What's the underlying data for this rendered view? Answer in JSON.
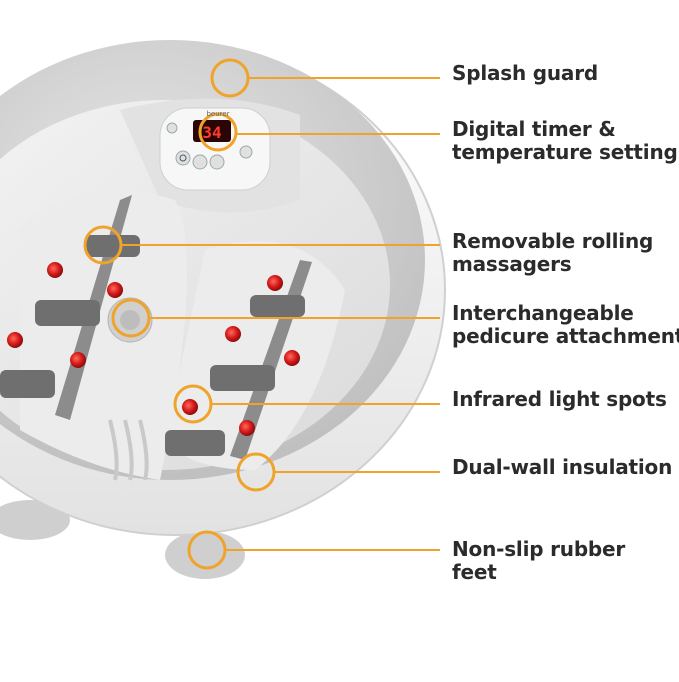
{
  "brand": "beurer",
  "display_value": "34",
  "accent_color": "#f0a32a",
  "callouts": [
    {
      "lines": [
        "Splash guard"
      ]
    },
    {
      "lines": [
        "Digital timer &",
        "temperature setting"
      ]
    },
    {
      "lines": [
        "Removable rolling",
        "massagers"
      ]
    },
    {
      "lines": [
        "Interchangeable",
        "pedicure attachment"
      ]
    },
    {
      "lines": [
        "Infrared light spots"
      ]
    },
    {
      "lines": [
        "Dual-wall insulation"
      ]
    },
    {
      "lines": [
        "Non-slip rubber",
        "feet"
      ]
    }
  ],
  "icons": [
    "power-icon",
    "massage-icon",
    "heat-icon",
    "plus-icon",
    "minus-icon"
  ]
}
